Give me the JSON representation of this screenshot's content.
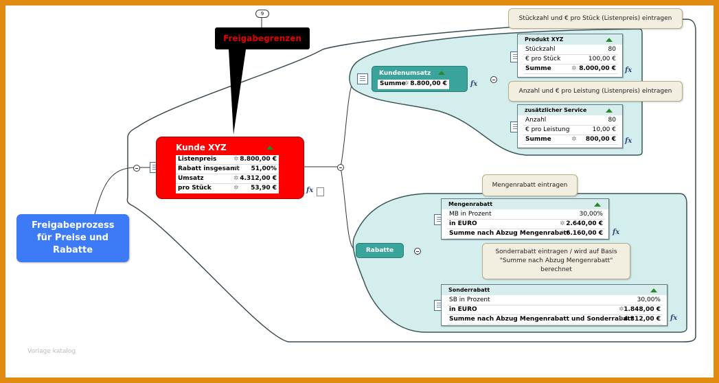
{
  "root": {
    "label": "Freigabeprozess für Preise und Rabatte"
  },
  "callout": {
    "label": "Freigabegrenzen",
    "badge": "9"
  },
  "kunde": {
    "title": "Kunde XYZ",
    "rows": [
      {
        "label": "Listenpreis",
        "value": "8.800,00 €"
      },
      {
        "label": "Rabatt insgesamt",
        "value": "51,00%"
      },
      {
        "label": "Umsatz",
        "value": "4.312,00 €"
      },
      {
        "label": "pro Stück",
        "value": "53,90 €"
      }
    ]
  },
  "kundenumsatz": {
    "title": "Kundenumsatz",
    "summe_label": "Summe",
    "summe_value": "8.800,00 €"
  },
  "produkt": {
    "title": "Produkt XYZ",
    "rows": [
      {
        "label": "Stückzahl",
        "value": "80"
      },
      {
        "label": "€ pro Stück",
        "value": "100,00 €"
      },
      {
        "label": "Summe",
        "value": "8.000,00 €"
      }
    ]
  },
  "service": {
    "title": "zusätzlicher Service",
    "rows": [
      {
        "label": "Anzahl",
        "value": "80"
      },
      {
        "label": "€ pro Leistung",
        "value": "10,00 €"
      },
      {
        "label": "Summe",
        "value": "800,00 €"
      }
    ]
  },
  "rabatte": {
    "title": "Rabatte"
  },
  "mengenrabatt": {
    "title": "Mengenrabatt",
    "rows": [
      {
        "label": "MB in Prozent",
        "value": "30,00%"
      },
      {
        "label": "in EURO",
        "value": "2.640,00 €"
      },
      {
        "label": "Summe nach Abzug Mengenrabatt",
        "value": "6.160,00 €"
      }
    ]
  },
  "sonderrabatt": {
    "title": "Sonderrabatt",
    "rows": [
      {
        "label": "SB in Prozent",
        "value": "30,00%"
      },
      {
        "label": "in EURO",
        "value": "1.848,00 €"
      },
      {
        "label": "Summe nach Abzug Mengenrabatt und Sonderrabatt",
        "value": "4.312,00 €"
      }
    ]
  },
  "notes": {
    "n1": "Stückzahl und € pro Stück (Listenpreis) eintragen",
    "n2": "Anzahl und € pro Leistung (Listenpreis) eintragen",
    "n3": "Mengenrabatt eintragen",
    "n4": "Sonderrabatt eintragen / wird auf Basis \"Summe nach Abzug Mengenrabatt\" berechnet"
  },
  "fx": "fx",
  "watermark": "Vorlage katalog"
}
